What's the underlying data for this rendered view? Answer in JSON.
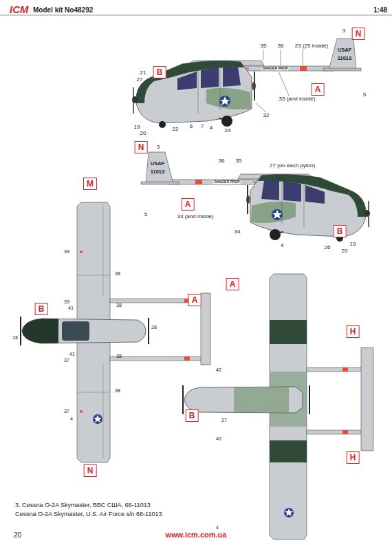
{
  "diagram": {
    "title": "Model kit No48292",
    "caption": "3. Cessna O-2A Skymaster, ВВС США, 68-11013",
    "nodes": [
      {
        "text": [
          "B"
        ]
      },
      {
        "text": [
          "N"
        ]
      },
      {
        "text": [
          "A"
        ]
      },
      {
        "text": [
          "N"
        ]
      },
      {
        "text": [
          "A"
        ]
      },
      {
        "text": [
          "B"
        ]
      },
      {
        "text": [
          "M"
        ]
      },
      {
        "text": [
          "B"
        ]
      },
      {
        "text": [
          "A"
        ]
      },
      {
        "text": [
          "N"
        ]
      },
      {
        "text": [
          "A"
        ]
      },
      {
        "text": [
          "H"
        ]
      },
      {
        "text": [
          "B"
        ]
      },
      {
        "text": [
          "H"
        ]
      }
    ],
    "labels": [
      "ICM",
      "1:48",
      "20",
      "www.icm.com.ua",
      "Cessna O-2A Skymaster, U.S. Air Force s/n 68-11013",
      "35",
      "36",
      "23 (25 inside)",
      "3",
      "21",
      "27",
      "19",
      "20",
      "22",
      "6",
      "7",
      "4",
      "24",
      "32",
      "33 (and inside)",
      "5",
      "USAF",
      "11013",
      "DANGER PROP",
      "3",
      "36",
      "35",
      "27 (on each pylon)",
      "33 (and inside)",
      "34",
      "5",
      "4",
      "26",
      "20",
      "19",
      "USAF",
      "11013",
      "DANGER PROP",
      "39",
      "38",
      "39",
      "41",
      "38",
      "18",
      "28",
      "41",
      "38",
      "37",
      "38",
      "37",
      "4",
      "40",
      "27",
      "40",
      "4"
    ]
  }
}
